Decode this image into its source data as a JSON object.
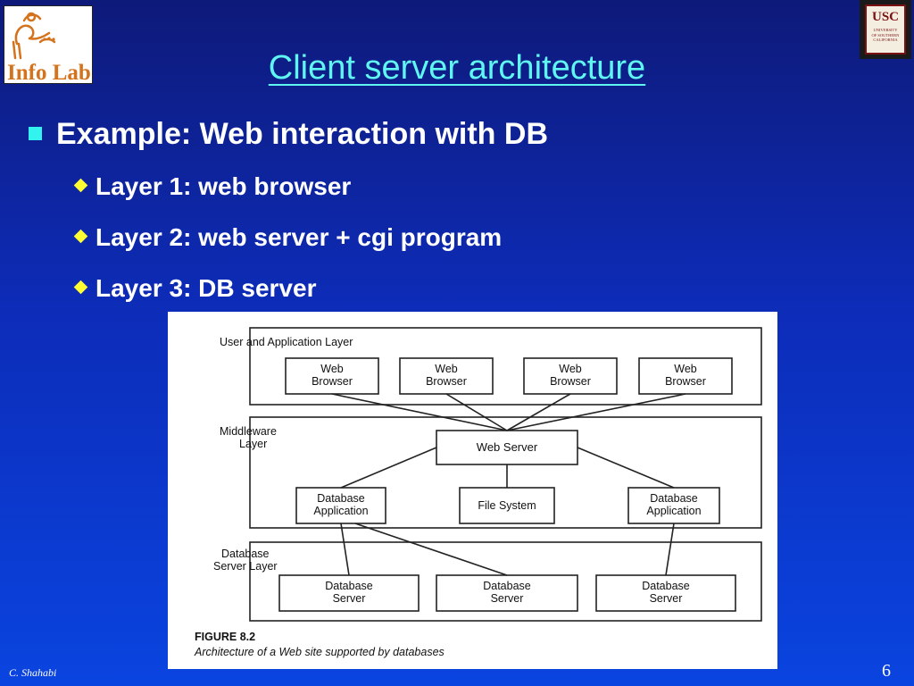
{
  "slide": {
    "logo_left": "Info Lab",
    "logo_right": "USC",
    "logo_right_small": "UNIVERSITY OF SOUTHERN CALIFORNIA",
    "title": "Client server architecture",
    "bullet": "Example: Web interaction with DB",
    "subbullets": [
      "Layer 1: web browser",
      "Layer 2: web server + cgi program",
      "Layer 3: DB server"
    ],
    "author": "C. Shahabi",
    "page_number": "6"
  },
  "figure": {
    "layers": [
      "User and Application Layer",
      "Middleware Layer",
      "Database Server Layer"
    ],
    "browsers": [
      "Web Browser",
      "Web Browser",
      "Web Browser",
      "Web Browser"
    ],
    "web_server": "Web Server",
    "middleware_nodes": [
      "Database Application",
      "File System",
      "Database Application"
    ],
    "db_servers": [
      "Database Server",
      "Database Server",
      "Database Server"
    ],
    "caption_label": "FIGURE 8.2",
    "caption_text": "Architecture of a Web site supported by databases"
  },
  "colors": {
    "title": "#5ff6f2",
    "bullet_square": "#33f3ee",
    "diamond": "#ffff33",
    "background_top": "#0e1a7a",
    "background_bottom": "#0a44e0"
  }
}
